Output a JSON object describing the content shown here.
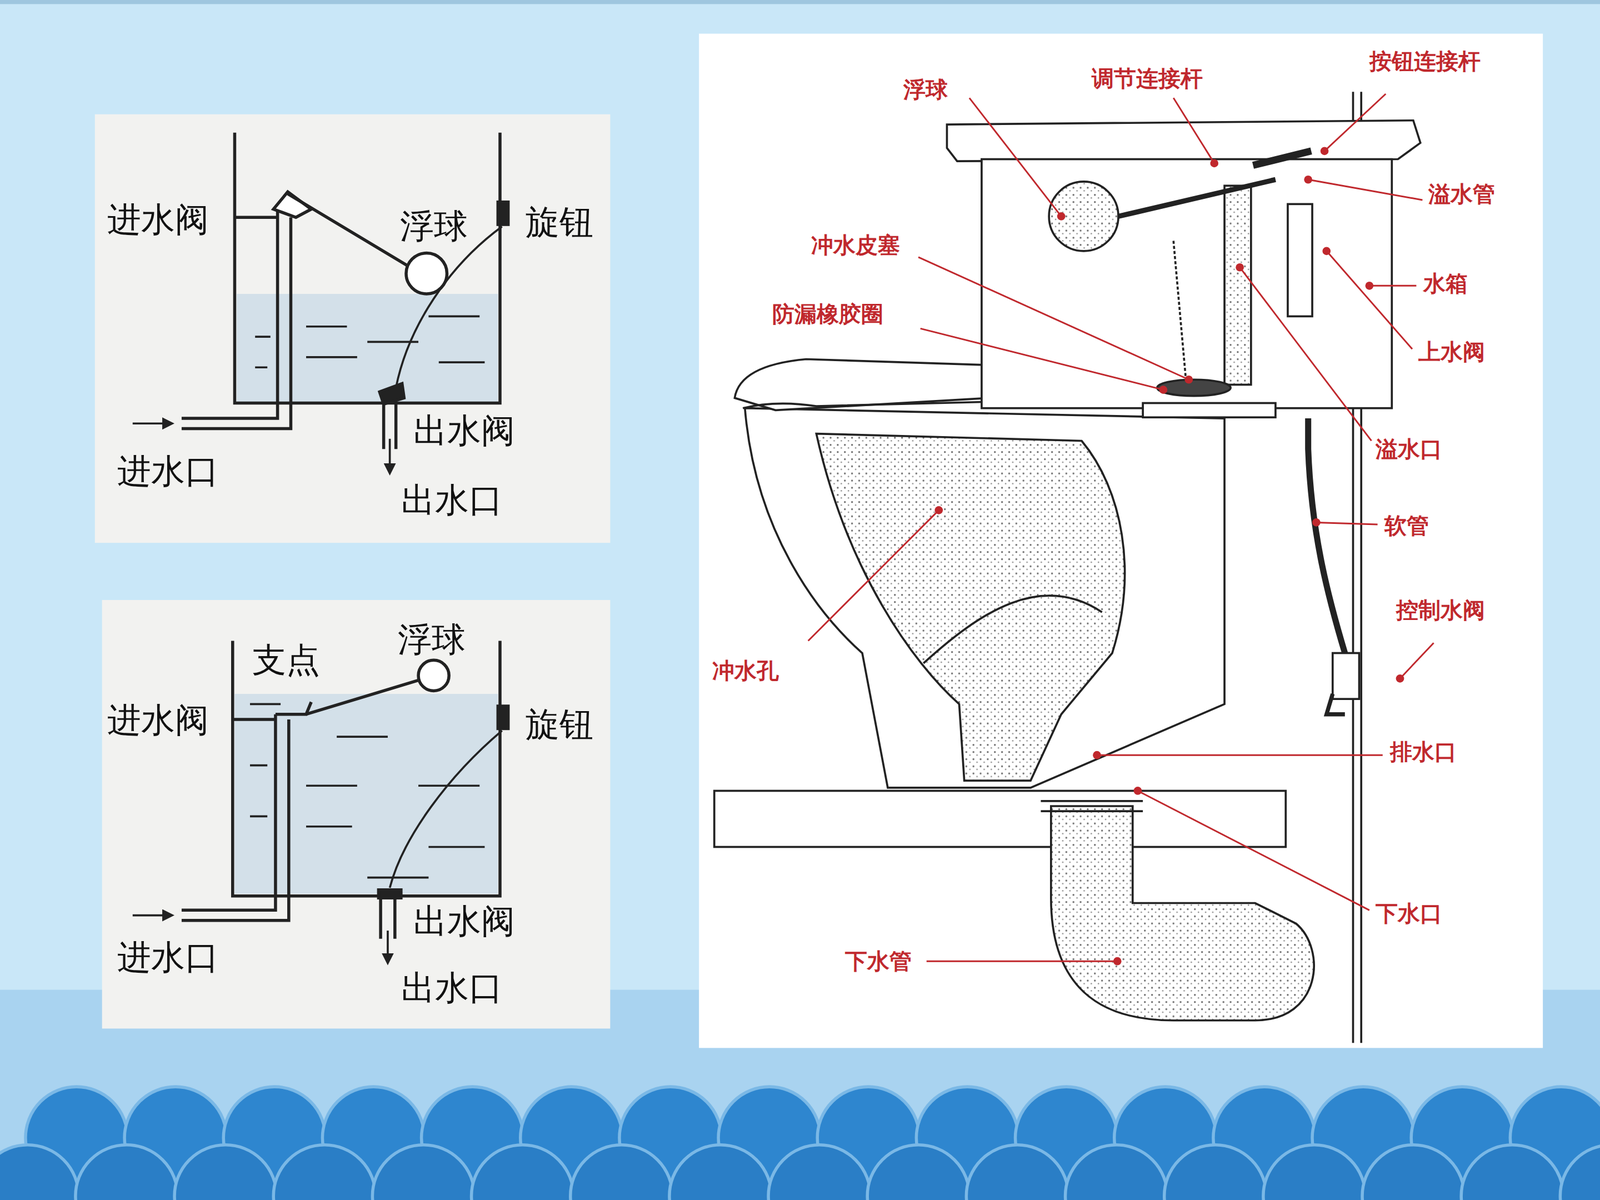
{
  "diagram": {
    "labels": [
      "进水阀",
      "浮球",
      "旋钮",
      "出水阀",
      "进水口",
      "出水口",
      "支点",
      "浮球",
      "进水阀",
      "旋钮",
      "出水阀",
      "进水口",
      "出水口",
      "浮球",
      "调节连接杆",
      "按钮连接杆",
      "溢水管",
      "冲水皮塞",
      "水箱",
      "防漏橡胶圈",
      "上水阀",
      "溢水口",
      "软管",
      "控制水阀",
      "冲水孔",
      "排水口",
      "下水口",
      "下水管"
    ]
  }
}
